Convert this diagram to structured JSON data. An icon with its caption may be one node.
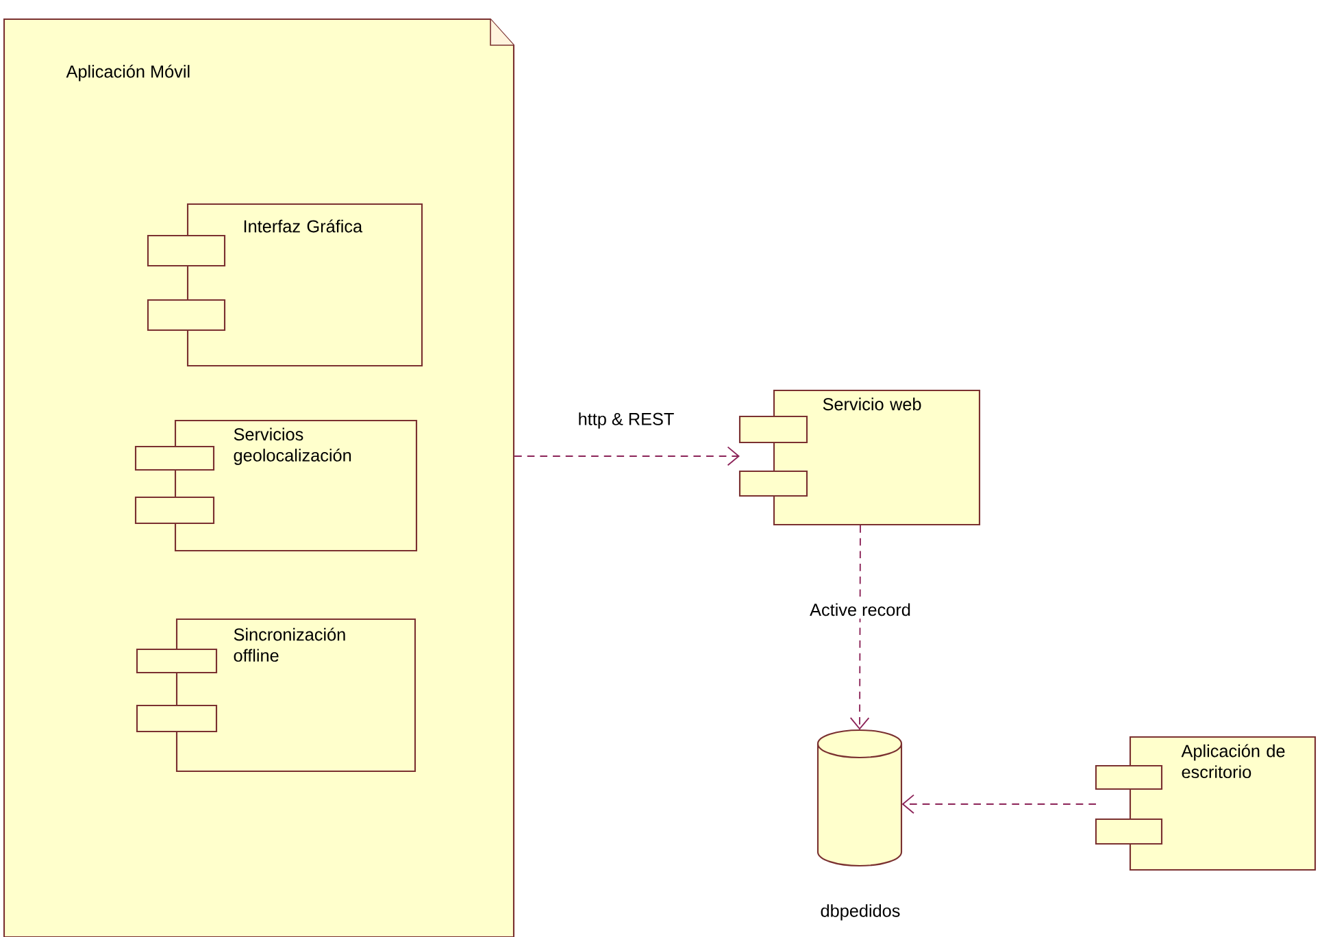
{
  "diagram": {
    "nodes": [
      {
        "text": [
          "Aplicación Móvil"
        ]
      },
      {
        "text": [
          "Interfaz Gráfica"
        ],
        "in": 0
      },
      {
        "text": [
          "Servicios geolocalización"
        ],
        "in": 0
      },
      {
        "text": [
          "Sincronización offline"
        ],
        "in": 0
      },
      {
        "text": [
          "Servicio web"
        ]
      },
      {
        "text": [
          "dbpedidos"
        ]
      },
      {
        "text": [
          "Aplicación de escritorio"
        ]
      }
    ],
    "edges": [
      {
        "from": 0,
        "to": 4,
        "arrow": "to",
        "label": "http & REST",
        "style": "dashed"
      },
      {
        "from": 4,
        "to": 5,
        "arrow": "to",
        "label": "Active record",
        "style": "dashed"
      },
      {
        "from": 6,
        "to": 5,
        "arrow": "to",
        "style": "dashed"
      }
    ]
  }
}
